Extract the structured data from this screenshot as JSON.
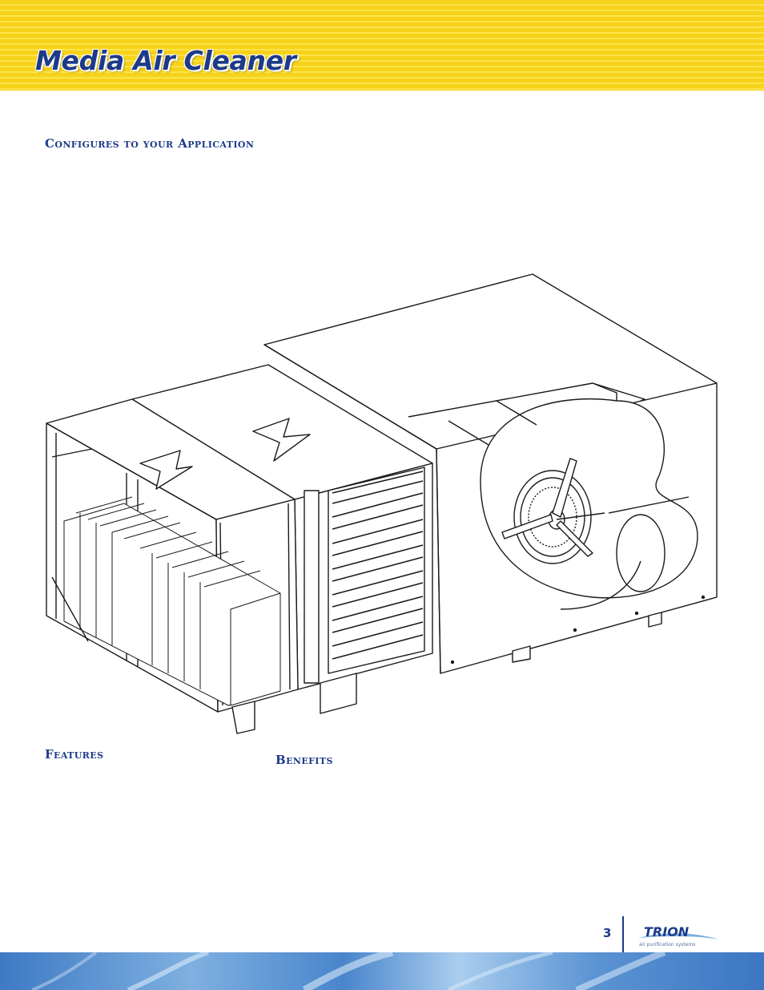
{
  "header": {
    "title": "Media Air Cleaner"
  },
  "sections": {
    "configures": "Configures to your Application",
    "features": "Features",
    "benefits": "Benefits"
  },
  "footer": {
    "page_number": "3",
    "logo_text": "TRION",
    "logo_tagline": "air purification systems"
  },
  "colors": {
    "header_yellow": "#f7d21a",
    "heading_blue": "#1d3a8a",
    "footer_blue": "#4a85cc"
  }
}
